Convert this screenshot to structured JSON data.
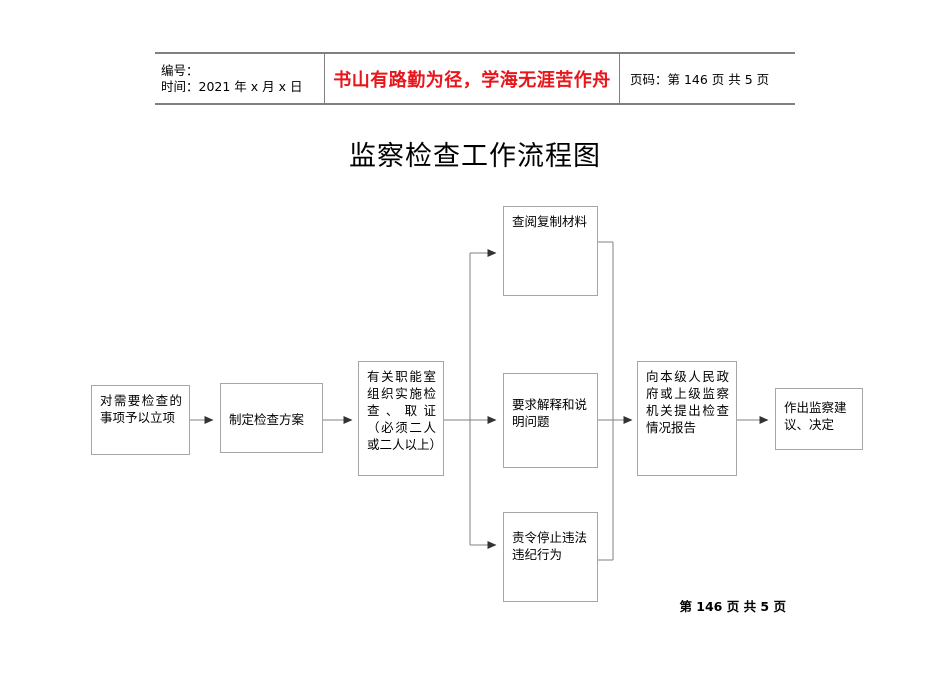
{
  "header": {
    "label_number": "编号：",
    "label_time": "时间：2021 年 x 月 x 日",
    "motto": "书山有路勤为径，学海无涯苦作舟",
    "page_info": "页码：第 146 页  共 5 页"
  },
  "title": "监察检查工作流程图",
  "footer": {
    "page_info": "第 146 页 共 5 页"
  },
  "flow": {
    "nodes": [
      {
        "id": "n1",
        "label": "对需要检查的事项予以立项"
      },
      {
        "id": "n2",
        "label": "制定检查方案"
      },
      {
        "id": "n3",
        "label": "有关职能室组织实施检查、取证（必须二人或二人以上）"
      },
      {
        "id": "b1",
        "label": "查阅复制材料"
      },
      {
        "id": "b2",
        "label": "要求解释和说明问题"
      },
      {
        "id": "b3",
        "label": "责令停止违法违纪行为"
      },
      {
        "id": "n4",
        "label": "向本级人民政府或上级监察机关提出检查情况报告"
      },
      {
        "id": "n5",
        "label": "作出监察建议、决定"
      }
    ]
  },
  "colors": {
    "motto_red": "#e8161b",
    "box_border": "#a6a6a6",
    "connector": "#808080",
    "rule": "#808080"
  }
}
